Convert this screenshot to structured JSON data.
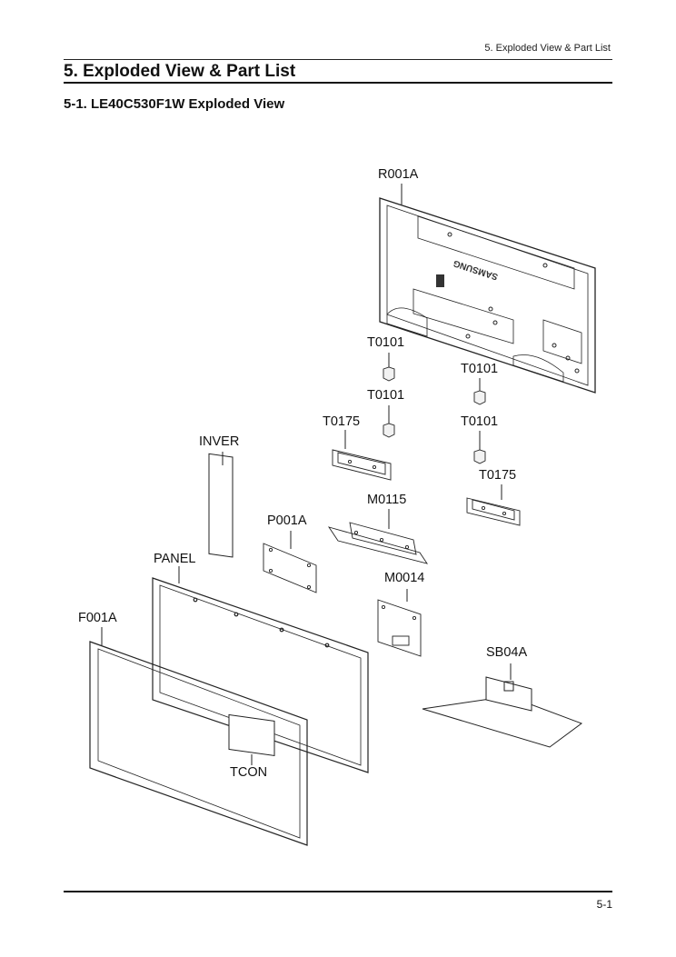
{
  "header": {
    "running_title": "5. Exploded View & Part List"
  },
  "section": {
    "title": "5. Exploded View & Part List"
  },
  "subsection": {
    "title": "5-1. LE40C530F1W Exploded View"
  },
  "rear_cover_logo": "SAMSUNG",
  "callouts": {
    "r001a": "R001A",
    "t0101_a": "T0101",
    "t0101_b": "T0101",
    "t0101_c": "T0101",
    "t0101_d": "T0101",
    "t0175_a": "T0175",
    "t0175_b": "T0175",
    "inver": "INVER",
    "m0115": "M0115",
    "p001a": "P001A",
    "panel": "PANEL",
    "m0014": "M0014",
    "f001a": "F001A",
    "sb04a": "SB04A",
    "tcon": "TCON"
  },
  "footer": {
    "page_number": "5-1"
  }
}
